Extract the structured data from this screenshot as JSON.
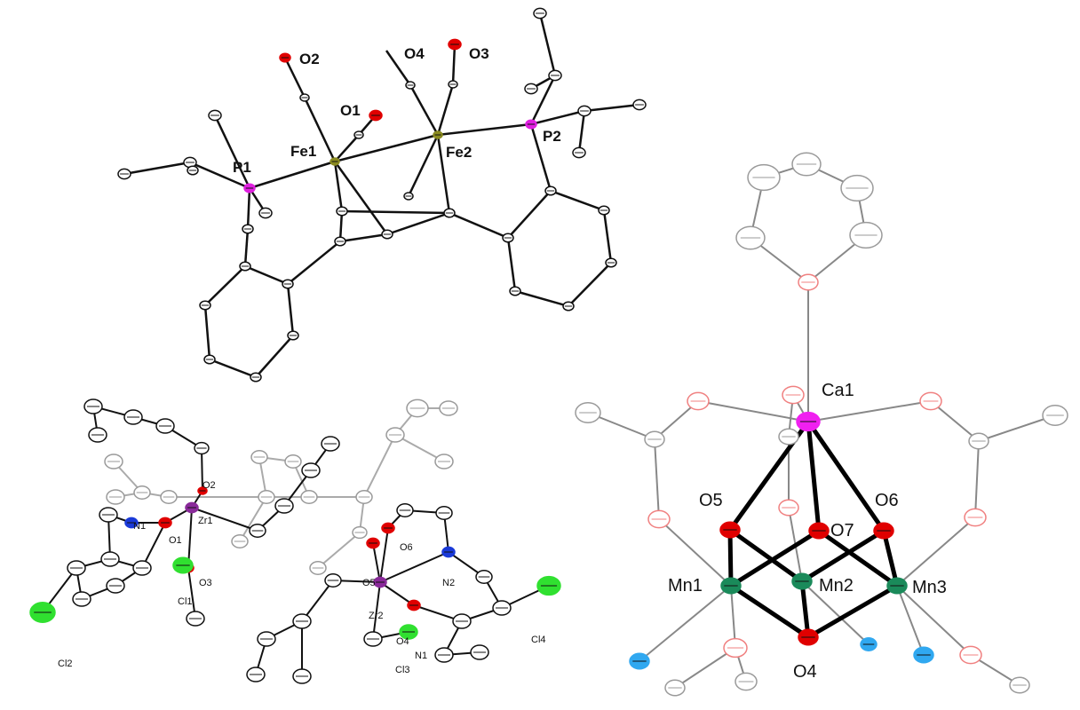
{
  "panels": {
    "diiron": {
      "labels": {
        "fe1": "Fe1",
        "fe2": "Fe2",
        "p1": "P1",
        "p2": "P2",
        "o1": "O1",
        "o2": "O2",
        "o3": "O3",
        "o4": "O4"
      }
    },
    "dizirconium": {
      "labels": {
        "zr1": "Zr1",
        "zr2": "Zr2",
        "n1": "N1",
        "n2": "N2",
        "o1": "O1",
        "o2": "O2",
        "o3": "O3",
        "o4": "O4",
        "o5": "O5",
        "o6": "O6",
        "cl1": "Cl1",
        "cl2": "Cl2",
        "cl3": "Cl3",
        "cl4": "Cl4",
        "n1b": "N1"
      }
    },
    "camn3": {
      "labels": {
        "ca1": "Ca1",
        "o4": "O4",
        "o5": "O5",
        "o6": "O6",
        "o7": "O7",
        "mn1": "Mn1",
        "mn2": "Mn2",
        "mn3": "Mn3"
      }
    }
  },
  "colors": {
    "carbon": "#1a1a1a",
    "carbon_faded": "#9a9a9a",
    "iron": "#8a8a20",
    "phosphorus": "#e020e0",
    "oxygen": "#e00000",
    "oxygen_faded": "#f08080",
    "nitrogen": "#1a3ad8",
    "zirconium": "#8a2a9a",
    "chlorine": "#30e030",
    "calcium": "#f020f0",
    "manganese": "#1a8a5a",
    "fluorine": "#30a8f0"
  }
}
